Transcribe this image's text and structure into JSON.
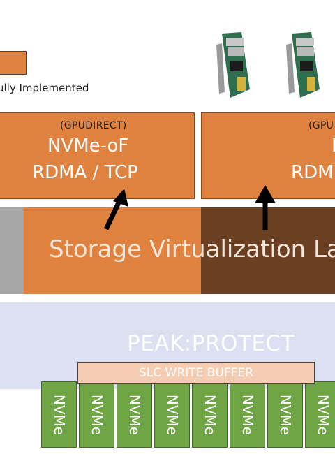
{
  "legend": {
    "label": "ully Implemented"
  },
  "protocol_box_left": {
    "top_label": "(GPUDIRECT)",
    "line1": "NVMe-oF",
    "line2": "RDMA / TCP"
  },
  "protocol_box_right": {
    "top_label": "(GPU",
    "line1": "N",
    "line2": "RDM"
  },
  "storage_layer": {
    "label": "Storage Virtualization La"
  },
  "peak_layer": {
    "label": "PEAK:PROTECT"
  },
  "slc_buffer": {
    "label": "SLC WRITE BUFFER"
  },
  "drives": [
    {
      "label": "NVMe"
    },
    {
      "label": "NVMe"
    },
    {
      "label": "NVMe"
    },
    {
      "label": "NVMe"
    },
    {
      "label": "NVMe"
    },
    {
      "label": "NVMe"
    },
    {
      "label": "NVMe"
    },
    {
      "label": "NVMe"
    }
  ],
  "colors": {
    "orange": "#e0823f",
    "dark_brown": "#6b3f22",
    "gray": "#a7a7a7",
    "peak_blue": "#dce0f1",
    "nvme_green": "#6fa545",
    "slc_peach": "#f4cdb2"
  }
}
